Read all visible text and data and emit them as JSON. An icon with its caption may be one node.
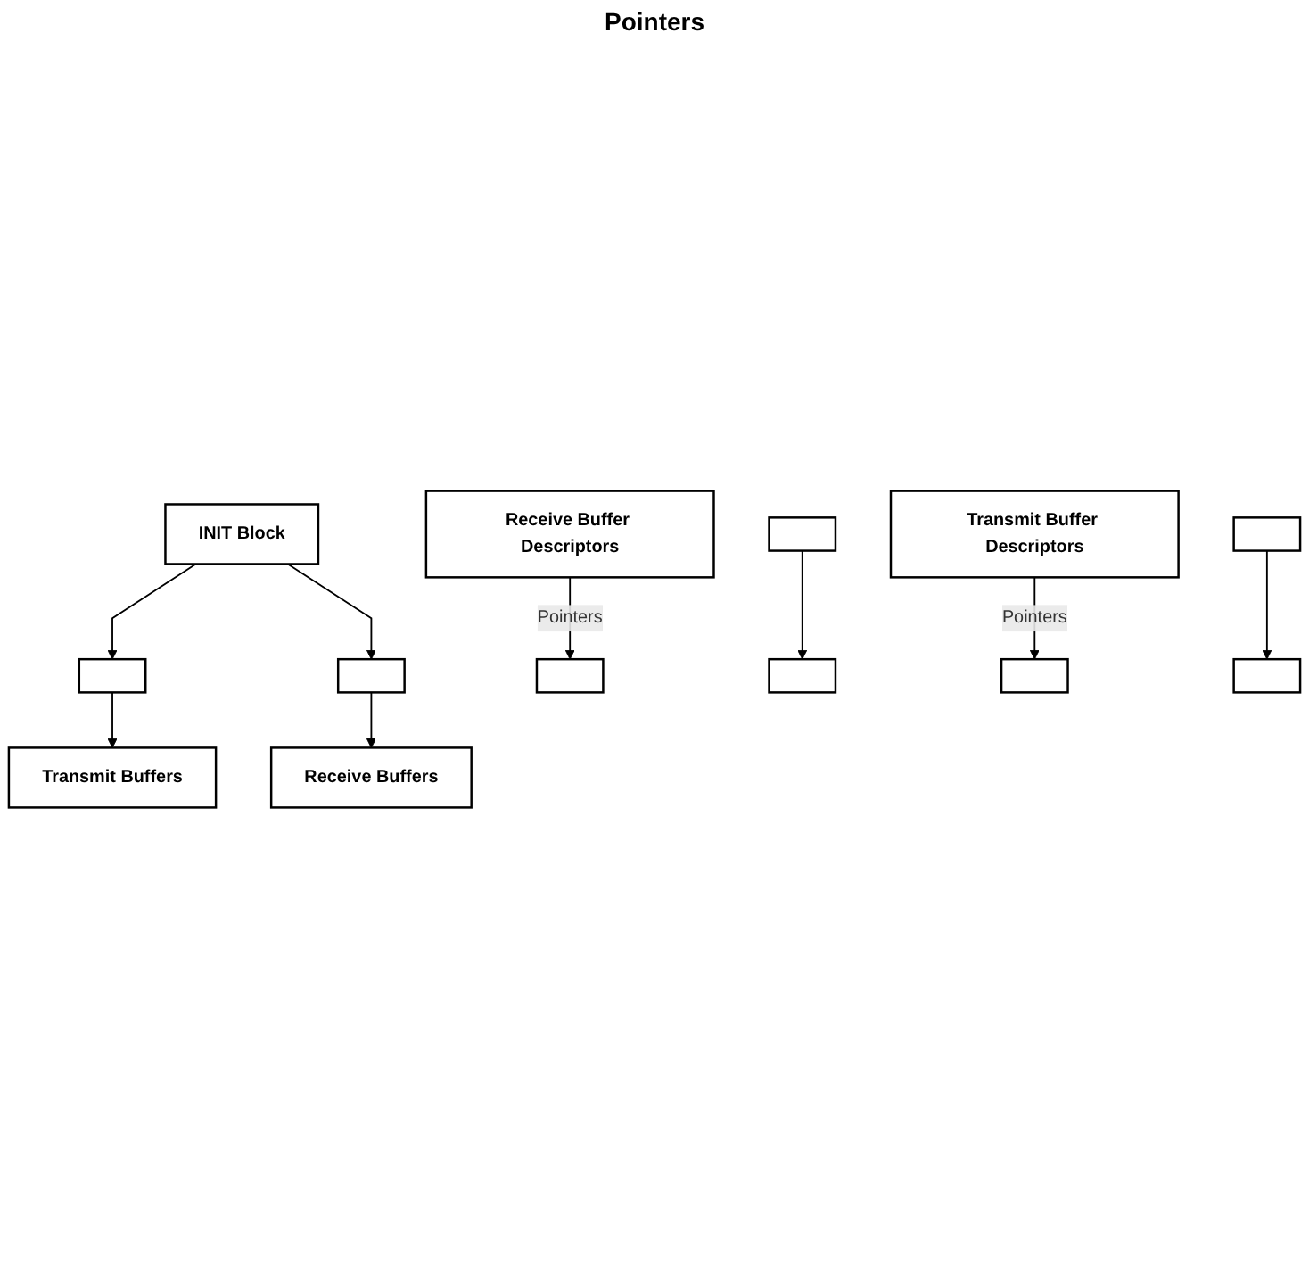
{
  "diagram": {
    "nodes": [
      {
        "text": [
          "INIT Block"
        ]
      },
      {
        "text": [],
        "shape": "box"
      },
      {
        "text": [],
        "shape": "box"
      },
      {
        "text": [
          "Receive Buffer Descriptors"
        ]
      },
      {
        "text": [],
        "shape": "box"
      },
      {
        "text": [],
        "shape": "box"
      },
      {
        "text": [
          "Transmit Buffer Descriptors"
        ]
      },
      {
        "text": [],
        "shape": "box"
      },
      {
        "text": [],
        "shape": "box"
      },
      {
        "text": [
          "Transmit Buffers"
        ]
      },
      {
        "text": [],
        "shape": "box"
      },
      {
        "text": [],
        "shape": "box"
      },
      {
        "text": [
          "Receive Buffers"
        ]
      }
    ],
    "edges": [
      {
        "from": 0,
        "to": 1,
        "arrow": "to"
      },
      {
        "from": 0,
        "to": 4,
        "arrow": "to"
      },
      {
        "from": 3,
        "to": 7,
        "arrow": "to",
        "label": "Pointers"
      },
      {
        "from": 2,
        "to": 8,
        "arrow": "to"
      },
      {
        "from": 1,
        "to": 9,
        "arrow": "to"
      },
      {
        "from": 6,
        "to": 10,
        "arrow": "to",
        "label": "Pointers"
      },
      {
        "from": 5,
        "to": 11,
        "arrow": "to"
      },
      {
        "from": 4,
        "to": 12,
        "arrow": "to"
      }
    ],
    "labels": [
      "Pointers"
    ]
  }
}
